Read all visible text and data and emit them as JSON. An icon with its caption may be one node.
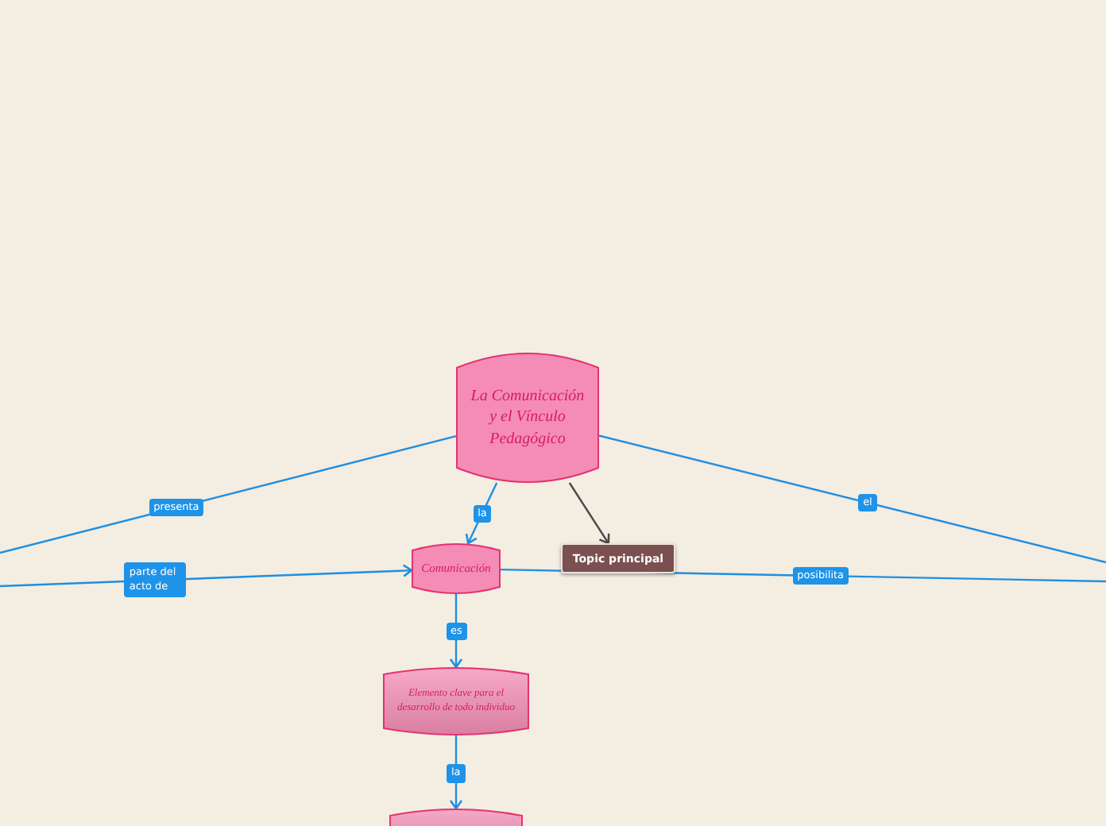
{
  "diagram": {
    "nodes": [
      {
        "text": [
          "La Comunicación y el Vínculo Pedagógico"
        ]
      },
      {
        "text": [
          "Comunicación"
        ]
      },
      {
        "text": [
          "Topic principal"
        ]
      },
      {
        "text": [
          "Elemento clave para el desarrollo de todo individuo"
        ]
      },
      {
        "text": [],
        "shape": "cylinder"
      }
    ],
    "edges": [
      {
        "from": 0,
        "to": null,
        "label": "presenta",
        "arrow": "none"
      },
      {
        "from": null,
        "to": 1,
        "label": "parte del acto de",
        "arrow": "to"
      },
      {
        "from": 0,
        "to": 1,
        "label": "la",
        "arrow": "to"
      },
      {
        "from": 0,
        "to": 2,
        "arrow": "to",
        "color": "#4a4a4a"
      },
      {
        "from": 0,
        "to": null,
        "label": "el",
        "arrow": "none"
      },
      {
        "from": 1,
        "to": null,
        "label": "posibilita",
        "arrow": "none"
      },
      {
        "from": 1,
        "to": 3,
        "label": "es",
        "arrow": "to"
      },
      {
        "from": 3,
        "to": 4,
        "label": "la",
        "arrow": "to"
      }
    ]
  }
}
